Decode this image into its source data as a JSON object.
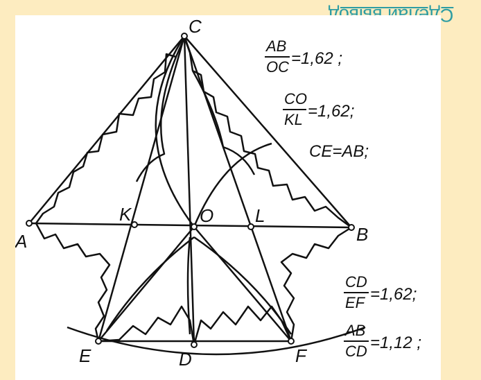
{
  "slide": {
    "title": "Сделай вывод"
  },
  "figure": {
    "points": {
      "A": "A",
      "B": "B",
      "C": "C",
      "D": "D",
      "E": "E",
      "F": "F",
      "K": "K",
      "L": "L",
      "O": "O"
    },
    "formulas": [
      {
        "num": "AB",
        "den": "OC",
        "rhs": "=1,62 ;"
      },
      {
        "num": "CO",
        "den": "KL",
        "rhs": "=1,62;"
      },
      {
        "text": "CE=AB;"
      },
      {
        "num": "CD",
        "den": "EF",
        "rhs": "=1,62;"
      },
      {
        "num": "AB",
        "den": "CD",
        "rhs": "=1,12 ;"
      }
    ]
  }
}
